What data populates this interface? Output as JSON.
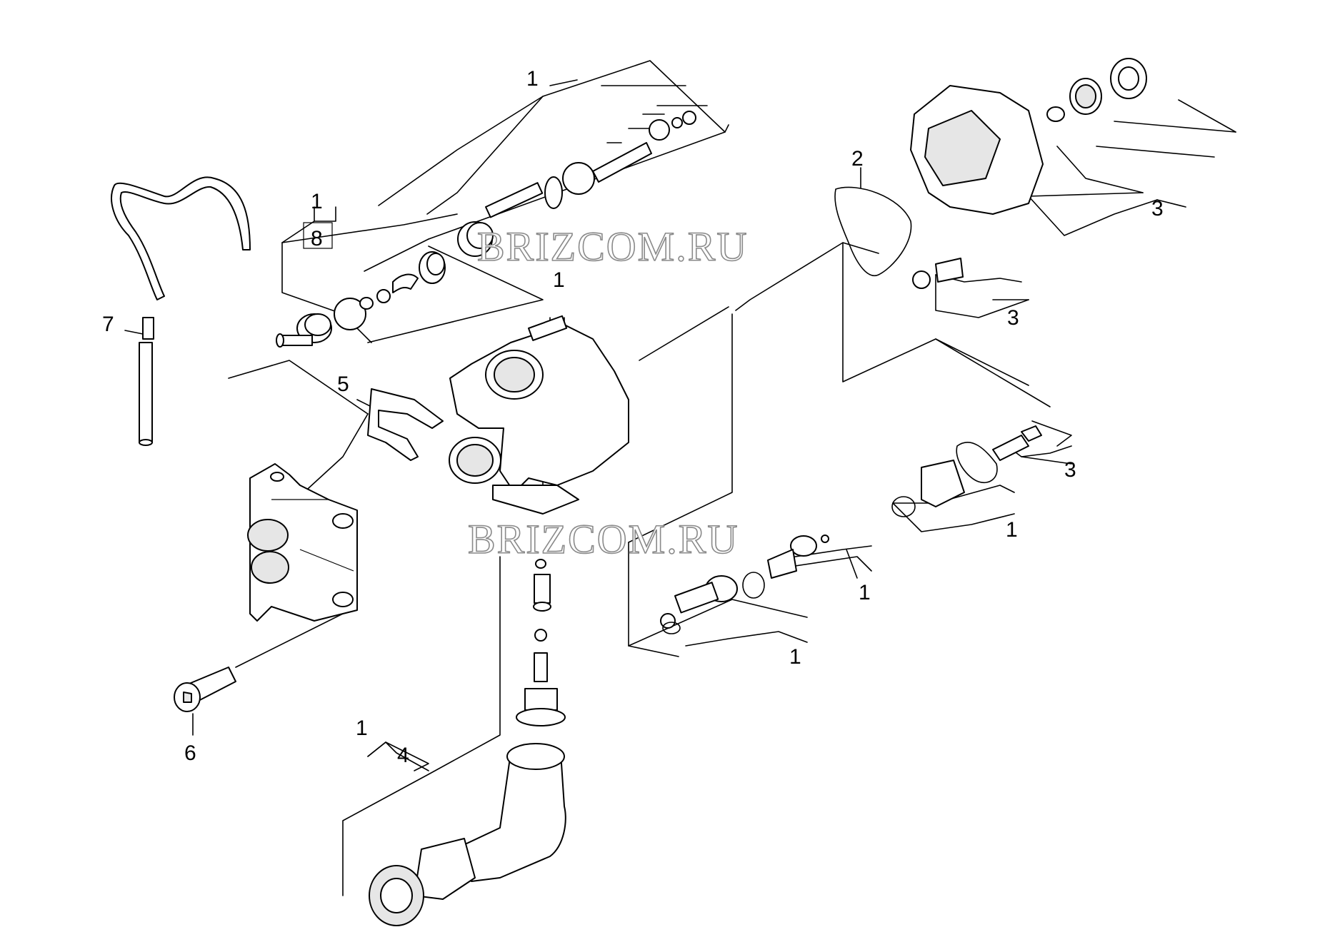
{
  "watermark": "BRIZCOM.RU",
  "callouts": {
    "c1_top": "1",
    "c1_left_upper": "1",
    "c8": "8",
    "c1_center": "1",
    "c2": "2",
    "c3_top": "3",
    "c3_mid": "3",
    "c3_right": "3",
    "c7": "7",
    "c5": "5",
    "c6": "6",
    "c1_left_lower": "1",
    "c4": "4",
    "c1_right": "1",
    "c1_valve_a": "1",
    "c1_valve_b": "1"
  },
  "colors": {
    "line": "#000000",
    "background": "#ffffff",
    "watermark": "#8a8a8a"
  }
}
